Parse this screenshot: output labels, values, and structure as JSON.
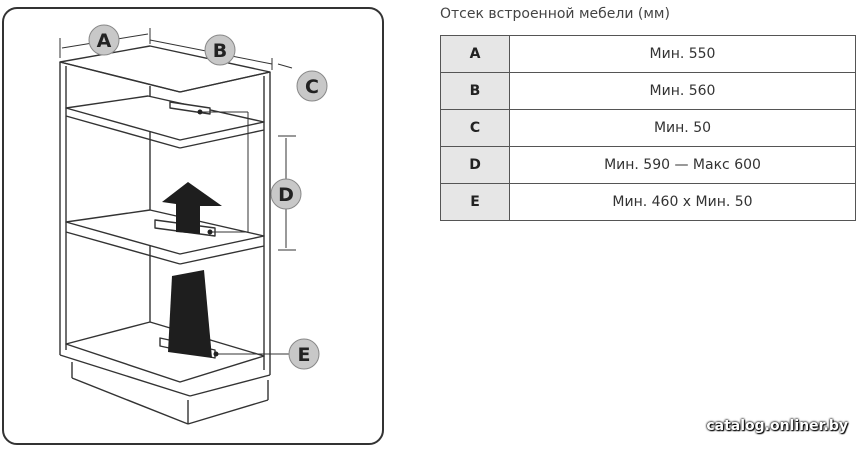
{
  "table": {
    "title": "Отсек встроенной мебели (мм)",
    "rows": [
      {
        "key": "A",
        "value": "Мин. 550"
      },
      {
        "key": "B",
        "value": "Мин. 560"
      },
      {
        "key": "C",
        "value": "Мин. 50"
      },
      {
        "key": "D",
        "value": "Мин. 590 — Макс 600"
      },
      {
        "key": "E",
        "value": "Мин. 460 x Мин. 50"
      }
    ]
  },
  "diagram": {
    "labels": {
      "a": "A",
      "b": "B",
      "c": "C",
      "d": "D",
      "e": "E"
    },
    "badge_color": "#c8c8c8",
    "arrow_color": "#1e1e1e"
  },
  "watermark": "catalog.onliner.by"
}
